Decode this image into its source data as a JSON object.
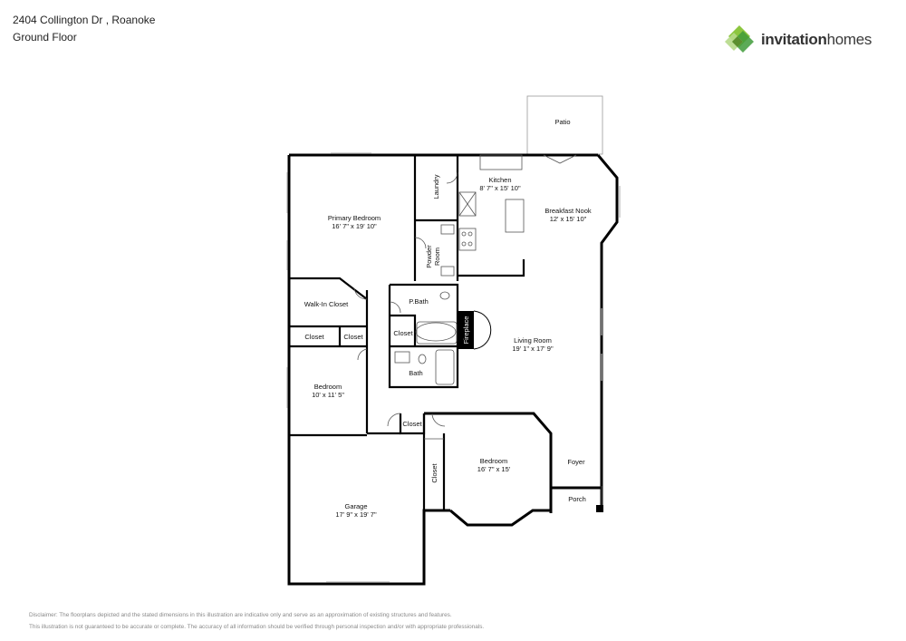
{
  "header": {
    "address": "2404 Collington Dr , Roanoke",
    "floor": "Ground Floor"
  },
  "logo": {
    "brand_bold": "invitation",
    "brand_light": "homes",
    "icon": "invitation-homes-diamond-logo",
    "colors": [
      "#8cc63f",
      "#3f9b3a",
      "#b6d98a",
      "#5c8f2f"
    ]
  },
  "rooms": {
    "patio": {
      "name": "Patio"
    },
    "kitchen": {
      "name": "Kitchen",
      "dim": "8' 7\" x 15' 10\""
    },
    "breakfast_nook": {
      "name": "Breakfast Nook",
      "dim": "12' x 15' 10\""
    },
    "laundry": {
      "name": "Laundry"
    },
    "primary_bedroom": {
      "name": "Primary Bedroom",
      "dim": "16' 7\" x 19' 10\""
    },
    "powder_room": {
      "name": "Powder Room"
    },
    "walk_in_closet": {
      "name": "Walk-In Closet"
    },
    "pbath": {
      "name": "P.Bath"
    },
    "fireplace": {
      "name": "Fireplace"
    },
    "closet_left": {
      "name": "Closet"
    },
    "closet_mid": {
      "name": "Closet"
    },
    "closet_pbath": {
      "name": "Closet"
    },
    "living_room": {
      "name": "Living Room",
      "dim": "19' 1\" x 17' 9\""
    },
    "bath": {
      "name": "Bath"
    },
    "bedroom_left": {
      "name": "Bedroom",
      "dim": "10' x 11' 5\""
    },
    "closet_hall": {
      "name": "Closet"
    },
    "bedroom_right": {
      "name": "Bedroom",
      "dim": "16' 7\" x 15'"
    },
    "foyer": {
      "name": "Foyer"
    },
    "closet_bed2": {
      "name": "Closet"
    },
    "garage": {
      "name": "Garage",
      "dim": "17' 9\" x 19' 7\""
    },
    "porch": {
      "name": "Porch"
    }
  },
  "disclaimer": {
    "line1": "Disclaimer: The floorplans depicted and the stated dimensions in this illustration are indicative only and serve as an approximation of existing structures and features.",
    "line2": "This illustration is not guaranteed to be accurate or complete. The accuracy of all information should be verified through personal inspection and/or with appropriate professionals."
  }
}
